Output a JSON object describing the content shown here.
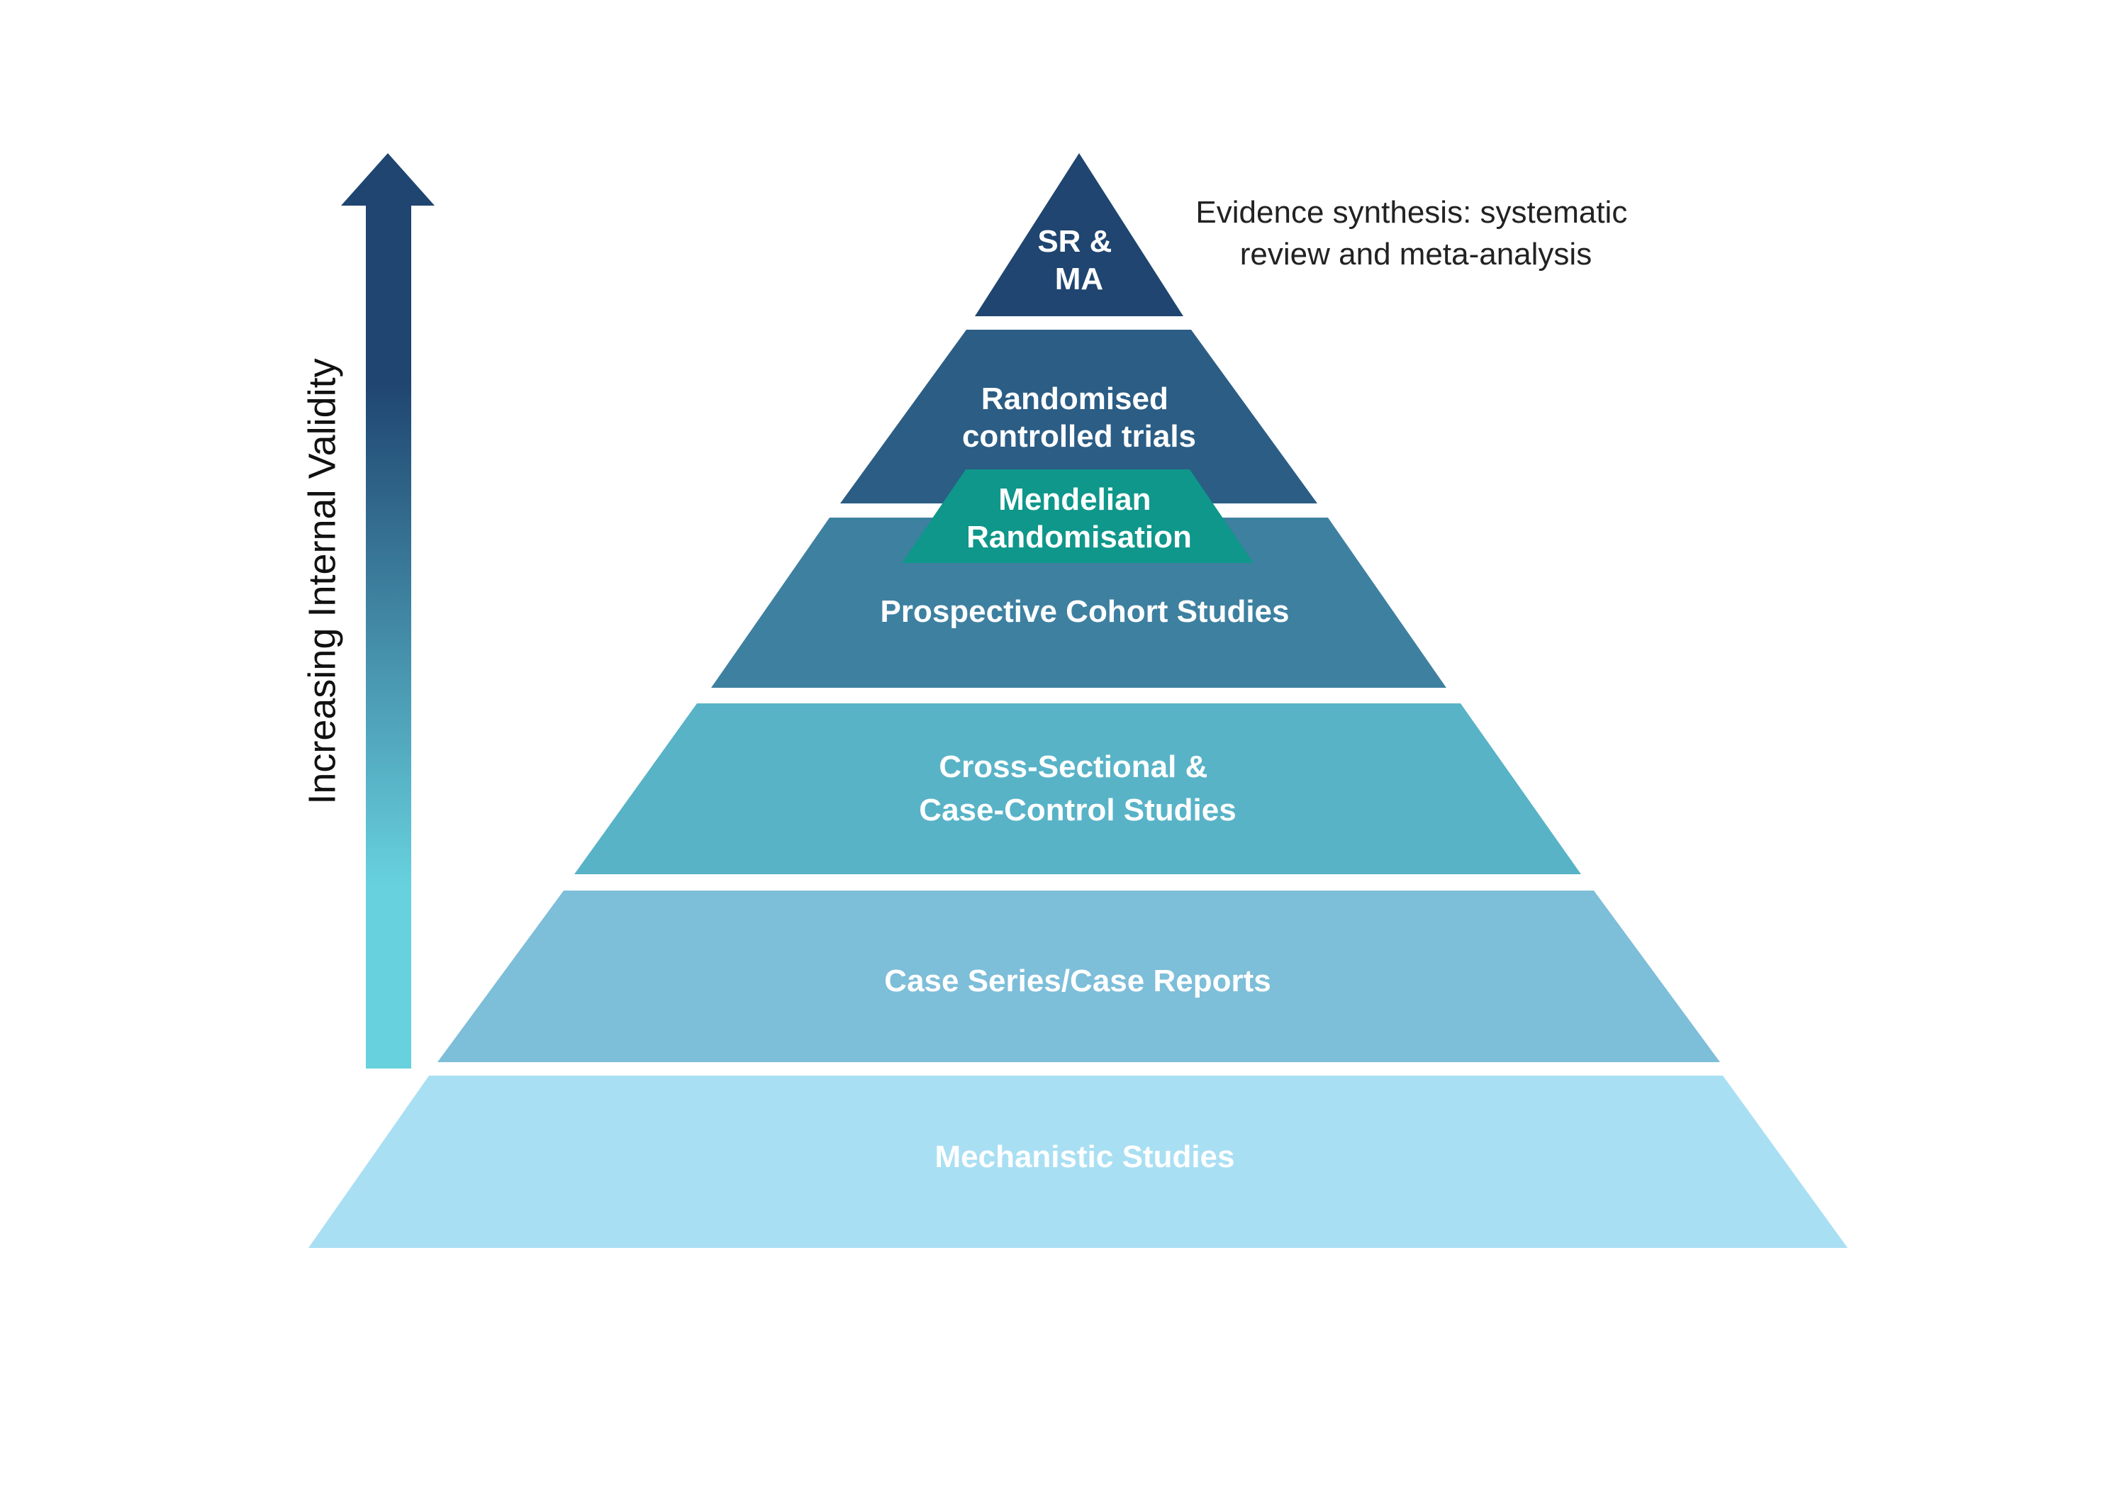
{
  "arrow_label": "Increasing Internal Validity",
  "annotation": {
    "line1": "Evidence synthesis: systematic",
    "line2": "review and meta-analysis"
  },
  "tiers": [
    {
      "id": "sr-ma",
      "lines": [
        "SR &",
        "MA"
      ],
      "color": "#1F4570"
    },
    {
      "id": "rct",
      "lines": [
        "Randomised",
        "controlled trials"
      ],
      "color": "#2B5D85"
    },
    {
      "id": "mendelian",
      "lines": [
        "Mendelian",
        "Randomisation"
      ],
      "color": "#0E978A"
    },
    {
      "id": "prospective",
      "lines": [
        "Prospective Cohort Studies"
      ],
      "color": "#3E80A0"
    },
    {
      "id": "cross-sectional",
      "lines": [
        "Cross-Sectional &",
        "Case-Control Studies"
      ],
      "color": "#58B3C7"
    },
    {
      "id": "case-series",
      "lines": [
        "Case Series/Case Reports"
      ],
      "color": "#7DBED9"
    },
    {
      "id": "mechanistic",
      "lines": [
        "Mechanistic Studies"
      ],
      "color": "#A9DFF3"
    }
  ],
  "arrow_colors": {
    "top": "#1F4570",
    "bottom": "#67D1DE"
  }
}
